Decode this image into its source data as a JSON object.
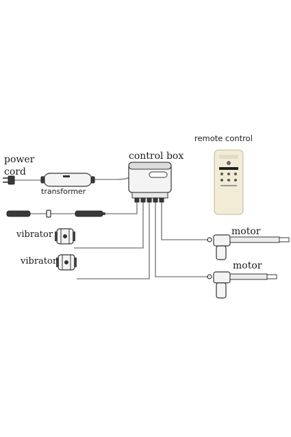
{
  "labels": {
    "power_cord_line1": "power",
    "power_cord_line2": "cord",
    "transformer": "transformer",
    "control_box": "control box",
    "remote_control": "remote control",
    "vibrator_1": "vibrator",
    "vibrator_2": "vibrator",
    "motor_1": "motor",
    "motor_2": "motor"
  },
  "colors": {
    "wire": "#8a8a8a",
    "outline": "#333333",
    "remote_body": "#f2ecd6",
    "remote_display": "#1e1e1e"
  },
  "icons": {
    "plug": "power-plug",
    "transformer": "power-adapter-brick",
    "control_box": "control-box",
    "remote": "handheld-remote",
    "vibrator": "massage-vibrator",
    "motor": "linear-actuator"
  }
}
